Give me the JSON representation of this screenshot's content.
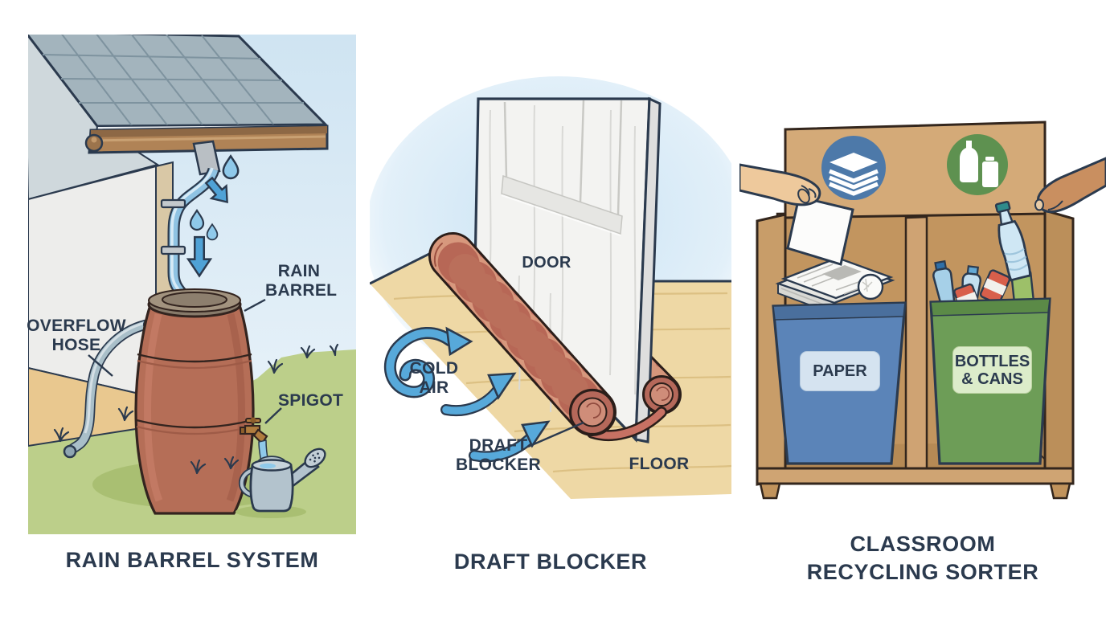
{
  "colors": {
    "title_text": "#2b3a4e",
    "label_text": "#2b3a4e",
    "arrow_water_blue": "#57a9da",
    "sky_blue": "#d2e6f3",
    "grass_green": "#bccf8a",
    "barrel_terracotta": "#b56e57",
    "gutter_brown": "#b08356",
    "draft_blocker_red": "#c77163",
    "wood_floor_tan": "#eed8a5",
    "sorter_wood": "#d4aa78",
    "paper_bin_blue": "#5b84b8",
    "cans_bin_green": "#6d9d57"
  },
  "panels": [
    {
      "id": "rain-barrel-system",
      "title": "RAIN BARREL SYSTEM",
      "labels": {
        "overflow_hose": "OVERFLOW HOSE",
        "rain_barrel": "RAIN BARREL",
        "spigot": "SPIGOT"
      }
    },
    {
      "id": "draft-blocker",
      "title": "DRAFT BLOCKER",
      "labels": {
        "door": "DOOR",
        "cold_air": "COLD AIR",
        "draft_blocker": "DRAFT BLOCKER",
        "floor": "FLOOR"
      }
    },
    {
      "id": "classroom-recycling-sorter",
      "title": "CLASSROOM RECYCLING SORTER",
      "bins": [
        {
          "label": "PAPER",
          "color": "#5b84b8"
        },
        {
          "label": "BOTTLES & CANS",
          "color": "#6d9d57"
        }
      ],
      "icons": [
        "paper-stack-icon",
        "bottle-can-icon"
      ]
    }
  ]
}
